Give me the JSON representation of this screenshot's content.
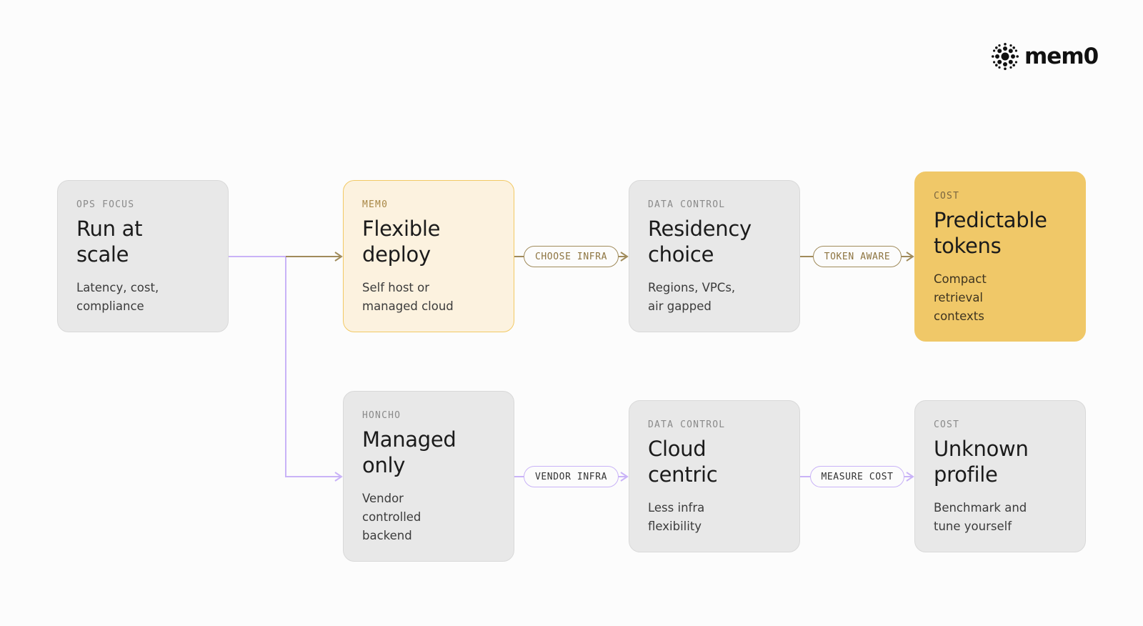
{
  "brand": {
    "wordmark": "mem0",
    "icon": "mem0-logo-icon"
  },
  "colors": {
    "gold_wire": "#a08b5b",
    "lilac_wire": "#c9b3f7",
    "card_gray": "#e8e8e8",
    "card_soft_yellow": "#fcf2df",
    "card_strong_yellow": "#f0c868"
  },
  "nodes": {
    "ops": {
      "eyebrow": "OPS FOCUS",
      "title": [
        "Run at",
        "scale"
      ],
      "desc": [
        "Latency, cost,",
        "compliance"
      ]
    },
    "mem0": {
      "eyebrow": "MEM0",
      "title": [
        "Flexible",
        "deploy"
      ],
      "desc": [
        "Self host or",
        "managed cloud"
      ]
    },
    "residency": {
      "eyebrow": "DATA CONTROL",
      "title": [
        "Residency",
        "choice"
      ],
      "desc": [
        "Regions, VPCs,",
        "air gapped"
      ]
    },
    "tokens": {
      "eyebrow": "COST",
      "title": [
        "Predictable",
        "tokens"
      ],
      "desc": [
        "Compact",
        "retrieval",
        "contexts"
      ]
    },
    "honcho": {
      "eyebrow": "HONCHO",
      "title": [
        "Managed",
        "only"
      ],
      "desc": [
        "Vendor",
        "controlled",
        "backend"
      ]
    },
    "cloud": {
      "eyebrow": "DATA CONTROL",
      "title": [
        "Cloud",
        "centric"
      ],
      "desc": [
        "Less infra",
        "flexibility"
      ]
    },
    "unknown": {
      "eyebrow": "COST",
      "title": [
        "Unknown",
        "profile"
      ],
      "desc": [
        "Benchmark and",
        "tune yourself"
      ]
    }
  },
  "edges": {
    "choose_infra": "CHOOSE INFRA",
    "token_aware": "TOKEN AWARE",
    "vendor_infra": "VENDOR INFRA",
    "measure_cost": "MEASURE COST"
  }
}
